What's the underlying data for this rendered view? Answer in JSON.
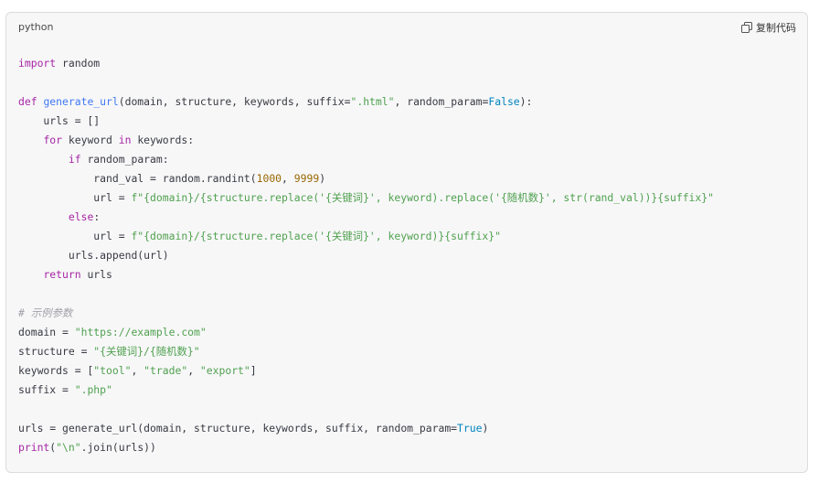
{
  "code_block": {
    "language": "python",
    "copy_label": "复制代码",
    "lines": [
      [
        {
          "t": "import",
          "c": "kw"
        },
        {
          "t": " random",
          "c": ""
        }
      ],
      [],
      [
        {
          "t": "def",
          "c": "kw"
        },
        {
          "t": " ",
          "c": ""
        },
        {
          "t": "generate_url",
          "c": "fn"
        },
        {
          "t": "(domain, structure, keywords, suffix=",
          "c": ""
        },
        {
          "t": "\".html\"",
          "c": "str"
        },
        {
          "t": ", random_param=",
          "c": ""
        },
        {
          "t": "False",
          "c": "bool"
        },
        {
          "t": "):",
          "c": ""
        }
      ],
      [
        {
          "t": "    urls = []",
          "c": ""
        }
      ],
      [
        {
          "t": "    ",
          "c": ""
        },
        {
          "t": "for",
          "c": "kw"
        },
        {
          "t": " keyword ",
          "c": ""
        },
        {
          "t": "in",
          "c": "kw"
        },
        {
          "t": " keywords:",
          "c": ""
        }
      ],
      [
        {
          "t": "        ",
          "c": ""
        },
        {
          "t": "if",
          "c": "kw"
        },
        {
          "t": " random_param:",
          "c": ""
        }
      ],
      [
        {
          "t": "            rand_val = random.randint(",
          "c": ""
        },
        {
          "t": "1000",
          "c": "num"
        },
        {
          "t": ", ",
          "c": ""
        },
        {
          "t": "9999",
          "c": "num"
        },
        {
          "t": ")",
          "c": ""
        }
      ],
      [
        {
          "t": "            url = ",
          "c": ""
        },
        {
          "t": "f\"{domain}/{structure.replace('{关键词}', keyword).replace('{随机数}', str(rand_val))}{suffix}\"",
          "c": "str"
        }
      ],
      [
        {
          "t": "        ",
          "c": ""
        },
        {
          "t": "else",
          "c": "kw"
        },
        {
          "t": ":",
          "c": ""
        }
      ],
      [
        {
          "t": "            url = ",
          "c": ""
        },
        {
          "t": "f\"{domain}/{structure.replace('{关键词}', keyword)}{suffix}\"",
          "c": "str"
        }
      ],
      [
        {
          "t": "        urls.append(url)",
          "c": ""
        }
      ],
      [
        {
          "t": "    ",
          "c": ""
        },
        {
          "t": "return",
          "c": "kw"
        },
        {
          "t": " urls",
          "c": ""
        }
      ],
      [],
      [
        {
          "t": "# 示例参数",
          "c": "cmt"
        }
      ],
      [
        {
          "t": "domain = ",
          "c": ""
        },
        {
          "t": "\"https://example.com\"",
          "c": "str"
        }
      ],
      [
        {
          "t": "structure = ",
          "c": ""
        },
        {
          "t": "\"{关键词}/{随机数}\"",
          "c": "str"
        }
      ],
      [
        {
          "t": "keywords = [",
          "c": ""
        },
        {
          "t": "\"tool\"",
          "c": "str"
        },
        {
          "t": ", ",
          "c": ""
        },
        {
          "t": "\"trade\"",
          "c": "str"
        },
        {
          "t": ", ",
          "c": ""
        },
        {
          "t": "\"export\"",
          "c": "str"
        },
        {
          "t": "]",
          "c": ""
        }
      ],
      [
        {
          "t": "suffix = ",
          "c": ""
        },
        {
          "t": "\".php\"",
          "c": "str"
        }
      ],
      [],
      [
        {
          "t": "urls = generate_url(domain, structure, keywords, suffix, random_param=",
          "c": ""
        },
        {
          "t": "True",
          "c": "bool"
        },
        {
          "t": ")",
          "c": ""
        }
      ],
      [
        {
          "t": "print",
          "c": "kw"
        },
        {
          "t": "(",
          "c": ""
        },
        {
          "t": "\"\\n\"",
          "c": "str"
        },
        {
          "t": ".join(urls))",
          "c": ""
        }
      ]
    ]
  }
}
